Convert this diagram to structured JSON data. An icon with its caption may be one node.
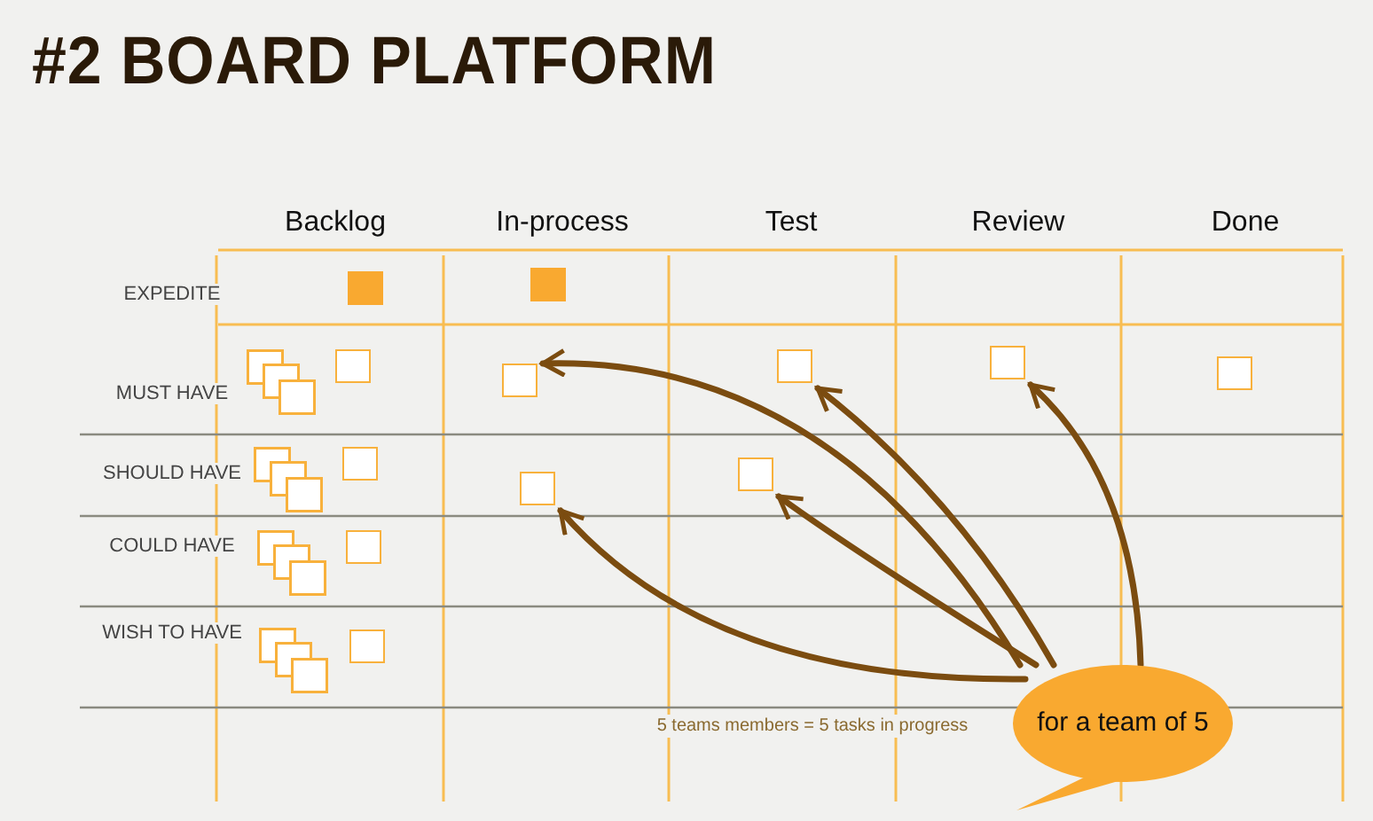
{
  "diagram": {
    "title": "#2 BOARD PLATFORM",
    "nodes": [
      {
        "text": [
          "for a team of 5"
        ]
      },
      {
        "text": [],
        "shape": "box"
      },
      {
        "text": [],
        "shape": "box"
      },
      {
        "text": [],
        "shape": "stack"
      },
      {
        "text": [],
        "shape": "box"
      },
      {
        "text": [],
        "shape": "box"
      },
      {
        "text": [],
        "shape": "box"
      },
      {
        "text": [],
        "shape": "box"
      },
      {
        "text": [],
        "shape": "box"
      },
      {
        "text": [],
        "shape": "stack"
      },
      {
        "text": [],
        "shape": "box"
      },
      {
        "text": [],
        "shape": "box"
      },
      {
        "text": [],
        "shape": "box"
      },
      {
        "text": [],
        "shape": "stack"
      },
      {
        "text": [],
        "shape": "box"
      },
      {
        "text": [],
        "shape": "stack"
      },
      {
        "text": [],
        "shape": "box"
      }
    ],
    "edges": [
      {
        "from": 0,
        "to": 5,
        "arrow": "to"
      },
      {
        "from": 0,
        "to": 11,
        "arrow": "to"
      },
      {
        "from": 0,
        "to": 12,
        "arrow": "to"
      },
      {
        "from": 0,
        "to": 6,
        "arrow": "to"
      },
      {
        "from": 0,
        "to": 7,
        "arrow": "to"
      }
    ],
    "labels": [
      "Backlog",
      "In-process",
      "Test",
      "Review",
      "Done",
      "EXPEDITE",
      "MUST HAVE",
      "SHOULD HAVE",
      "COULD HAVE",
      "WISH TO HAVE",
      "5 teams members = 5 tasks in progress"
    ]
  }
}
